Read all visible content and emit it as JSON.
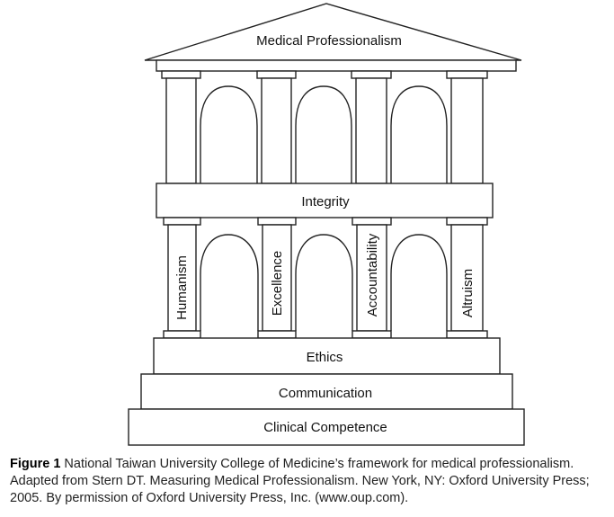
{
  "diagram": {
    "roof_label": "Medical Professionalism",
    "beam_label": "Integrity",
    "pillars": [
      "Humanism",
      "Excellence",
      "Accountability",
      "Altruism"
    ],
    "steps": [
      "Ethics",
      "Communication",
      "Clinical Competence"
    ]
  },
  "caption": {
    "label": "Figure 1",
    "text": " National Taiwan University College of Medicine’s framework for medical professionalism. Adapted from Stern DT. Measuring Medical Professionalism. New York, NY: Oxford University Press; 2005. By permission of Oxford University Press, Inc. (www.oup.com)."
  }
}
